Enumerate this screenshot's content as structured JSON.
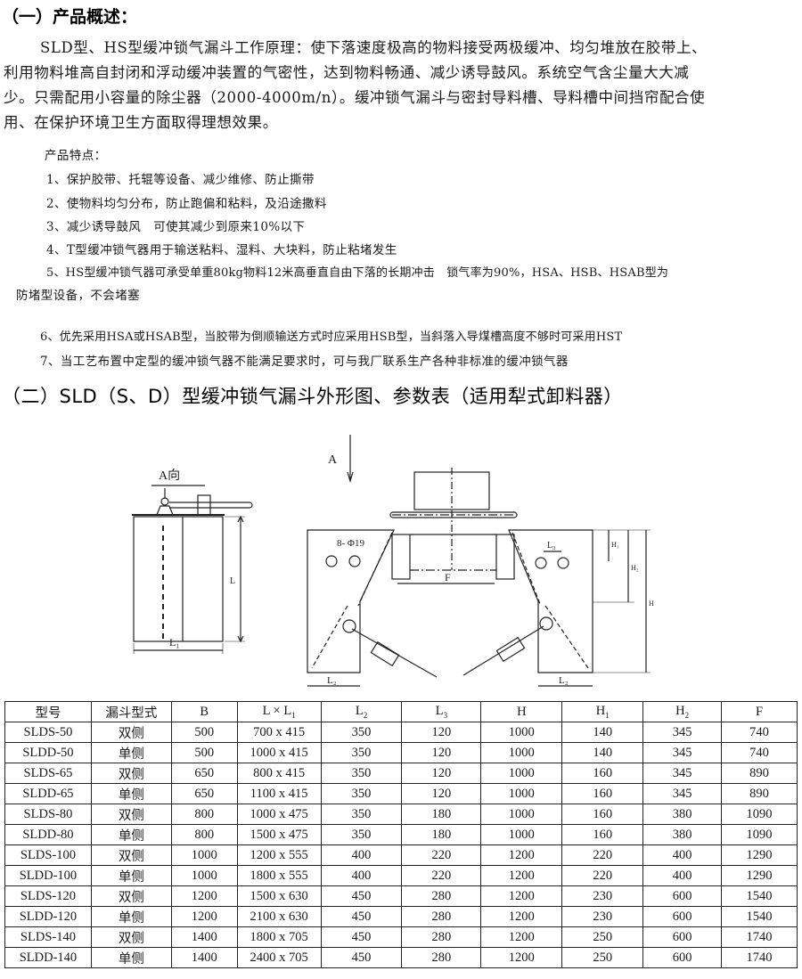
{
  "section1": {
    "title": "（一）产品概述：",
    "paragraph": [
      "SLD型、HS型缓冲锁气漏斗工作原理：使下落速度极高的物料接受两极缓冲、均匀堆放在胶带上、",
      "利用物料堆高自封闭和浮动缓冲装置的气密性，达到物料畅通、减少诱导鼓风。系统空气含尘量大大减",
      "少。只需配用小容量的除尘器（2000-4000m/n）。缓冲锁气漏斗与密封导料槽、导料槽中间挡帘配合使",
      "用、在保护环境卫生方面取得理想效果。"
    ],
    "features_title": "产品特点：",
    "features": [
      "1、保护胶带、托辊等设备、减少维修、防止撕带",
      "2、使物料均匀分布，防止跑偏和粘料，及沿途撒料",
      "3、减少诱导鼓风　可使其减少到原来10%以下",
      "4、T型缓冲锁气器用于输送粘料、湿料、大块料，防止粘堵发生",
      "5、HS型缓冲锁气器可承受单重80kg物料12米高垂直自由下落的长期冲击　锁气率为90%，HSA、HSB、HSAB型为",
      "防堵型设备，不会堵塞",
      "6、优先采用HSA或HSAB型，当胶带为倒顺输送方式时应采用HSB型，当斜落入导煤槽高度不够时可采用HST",
      "7、当工艺布置中定型的缓冲锁气器不能满足要求时，可与我厂联系生产各种非标准的缓冲锁气器"
    ]
  },
  "section2": {
    "title": "（二）SLD（S、D）型缓冲锁气漏斗外形图、参数表（适用犁式卸料器）"
  },
  "diagram": {
    "view_label": "A向",
    "arrow_label": "A",
    "hole_label": "8- Φ19",
    "labels": {
      "L": "L",
      "L1": "L₁",
      "F": "F",
      "L2": "L₂",
      "L3": "L₃",
      "H": "H",
      "H1": "H₁",
      "H2": "H₂"
    }
  },
  "table": {
    "headers": [
      {
        "t": "型号",
        "s": ""
      },
      {
        "t": "漏斗型式",
        "s": ""
      },
      {
        "t": "B",
        "s": ""
      },
      {
        "t": "L × L",
        "s": "1"
      },
      {
        "t": "L",
        "s": "2"
      },
      {
        "t": "L",
        "s": "3"
      },
      {
        "t": "H",
        "s": ""
      },
      {
        "t": "H",
        "s": "1"
      },
      {
        "t": "H",
        "s": "2"
      },
      {
        "t": "F",
        "s": ""
      }
    ],
    "rows": [
      [
        "SLDS-50",
        "双侧",
        "500",
        "700 x 415",
        "350",
        "120",
        "1000",
        "140",
        "345",
        "740"
      ],
      [
        "SLDD-50",
        "单侧",
        "500",
        "1000 x 415",
        "350",
        "120",
        "1000",
        "140",
        "345",
        "740"
      ],
      [
        "SLDS-65",
        "双侧",
        "650",
        "800 x 415",
        "350",
        "120",
        "1000",
        "160",
        "345",
        "890"
      ],
      [
        "SLDD-65",
        "单侧",
        "650",
        "1100 x 415",
        "350",
        "120",
        "1000",
        "160",
        "345",
        "890"
      ],
      [
        "SLDS-80",
        "双侧",
        "800",
        "1000 x 475",
        "350",
        "180",
        "1000",
        "160",
        "380",
        "1090"
      ],
      [
        "SLDD-80",
        "单侧",
        "800",
        "1500 x 475",
        "350",
        "180",
        "1000",
        "160",
        "380",
        "1090"
      ],
      [
        "SLDS-100",
        "双侧",
        "1000",
        "1200 x 555",
        "400",
        "220",
        "1200",
        "220",
        "400",
        "1290"
      ],
      [
        "SLDD-100",
        "单侧",
        "1000",
        "1800 x 555",
        "400",
        "220",
        "1200",
        "220",
        "400",
        "1290"
      ],
      [
        "SLDS-120",
        "双侧",
        "1200",
        "1500 x 630",
        "450",
        "280",
        "1200",
        "230",
        "600",
        "1540"
      ],
      [
        "SLDD-120",
        "单侧",
        "1200",
        "2100 x 630",
        "450",
        "280",
        "1200",
        "230",
        "600",
        "1540"
      ],
      [
        "SLDS-140",
        "双侧",
        "1400",
        "1800 x 705",
        "450",
        "280",
        "1200",
        "250",
        "600",
        "1740"
      ],
      [
        "SLDD-140",
        "单侧",
        "1400",
        "2400 x 705",
        "450",
        "280",
        "1200",
        "250",
        "600",
        "1740"
      ]
    ]
  }
}
